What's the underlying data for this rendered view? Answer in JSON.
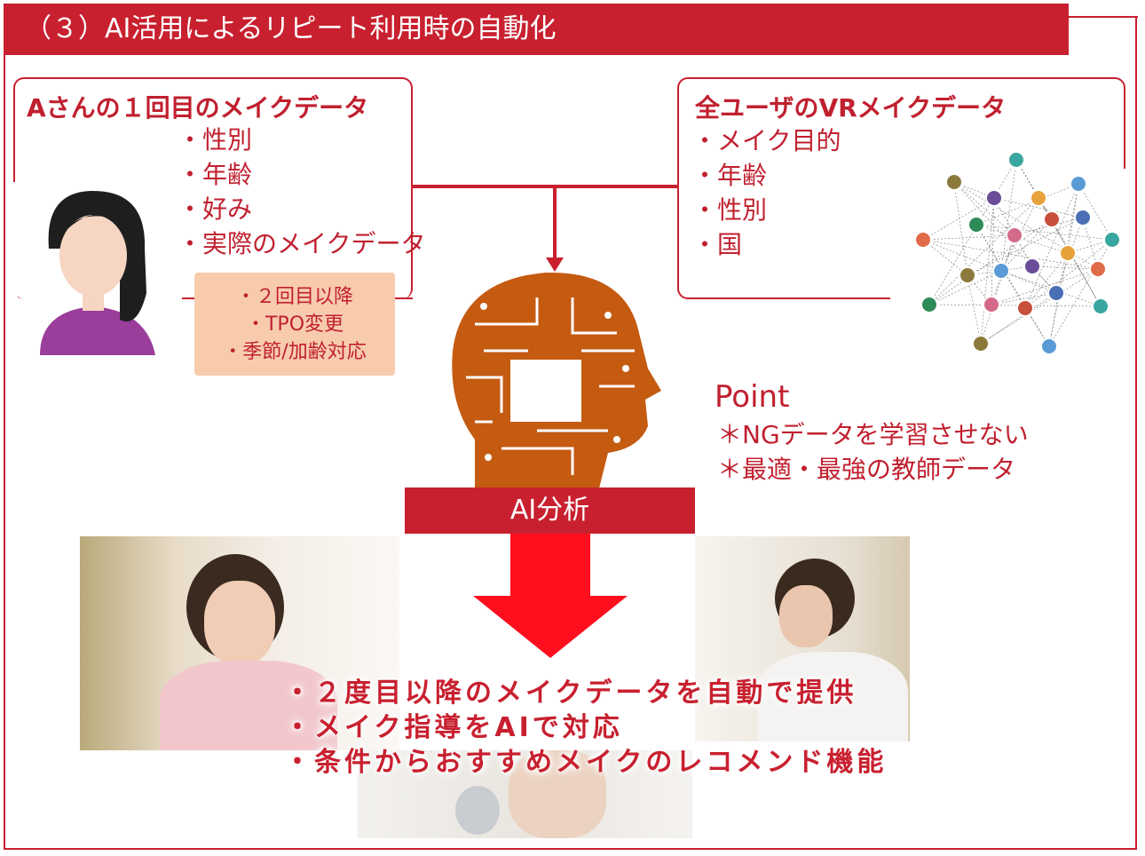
{
  "title": "（３）AI活用によるリピート利用時の自動化",
  "left_box": {
    "title": "Aさんの１回目のメイクデータ",
    "items": [
      "・性別",
      "・年齢",
      "・好み",
      "・実際のメイクデータ"
    ]
  },
  "pink_box": {
    "items": [
      "・２回目以降",
      "・TPO変更",
      "・季節/加齢対応"
    ]
  },
  "right_box": {
    "title": "全ユーザのVRメイクデータ",
    "items": [
      "・メイク目的",
      "・年齢",
      "・性別",
      "・国"
    ]
  },
  "ai_label": "AI分析",
  "point": {
    "title": "Point",
    "items": [
      "＊NGデータを学習させない",
      "＊最適・最強の教師データ"
    ]
  },
  "results": [
    "・２度目以降のメイクデータを自動で提供",
    "・メイク指導をAIで対応",
    "・条件からおすすめメイクのレコメンド機能"
  ],
  "colors": {
    "brand": "#c8202f",
    "pink": "#f8cbad",
    "circuit": "#c55a11",
    "arrow": "#ff0f1e"
  }
}
